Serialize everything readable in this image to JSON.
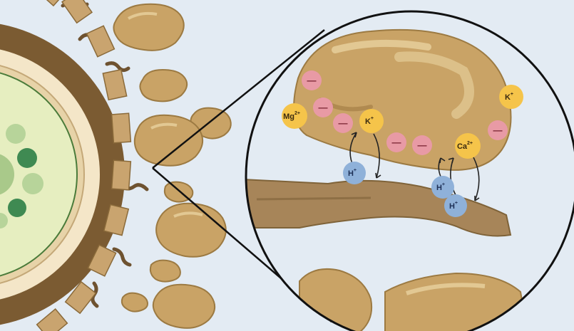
{
  "diagram": {
    "colors": {
      "background": "#e3ebf3",
      "cell_wall": "#7b5b32",
      "cell_wall_block": "#c9a46f",
      "cytoplasm": "#e6eec0",
      "organelle": "#3f8a52",
      "particle": "#c9a366",
      "positive_ion": "#f5c44a",
      "proton": "#8fb1d9",
      "negative_charge": "#e89aa5"
    },
    "ions": {
      "mg": {
        "symbol": "Mg",
        "charge": "2+"
      },
      "k1": {
        "symbol": "K",
        "charge": "+"
      },
      "k2": {
        "symbol": "K",
        "charge": "+"
      },
      "ca": {
        "symbol": "Ca",
        "charge": "2+"
      },
      "h1": {
        "symbol": "H",
        "charge": "+"
      },
      "h2": {
        "symbol": "H",
        "charge": "+"
      },
      "h3": {
        "symbol": "H",
        "charge": "+"
      }
    },
    "negative_sign": "—"
  }
}
